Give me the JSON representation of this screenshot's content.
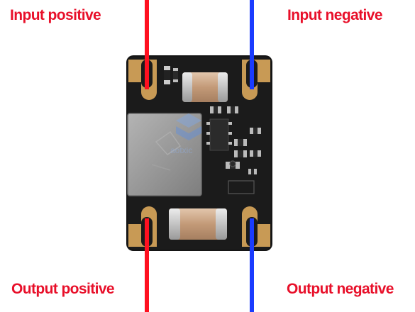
{
  "labels": {
    "input_positive": "Input positive",
    "input_negative": "Input negative",
    "output_positive": "Output positive",
    "output_negative": "Output negative"
  },
  "watermark": "aotxic",
  "colors": {
    "label_text": "#e8102a",
    "positive_wire": "#ff1020",
    "negative_wire": "#1a3cff",
    "pcb": "#141414",
    "gold_pad": "#c89a55",
    "inductor": "#9b9b9b",
    "capacitor": "#c8a284"
  }
}
